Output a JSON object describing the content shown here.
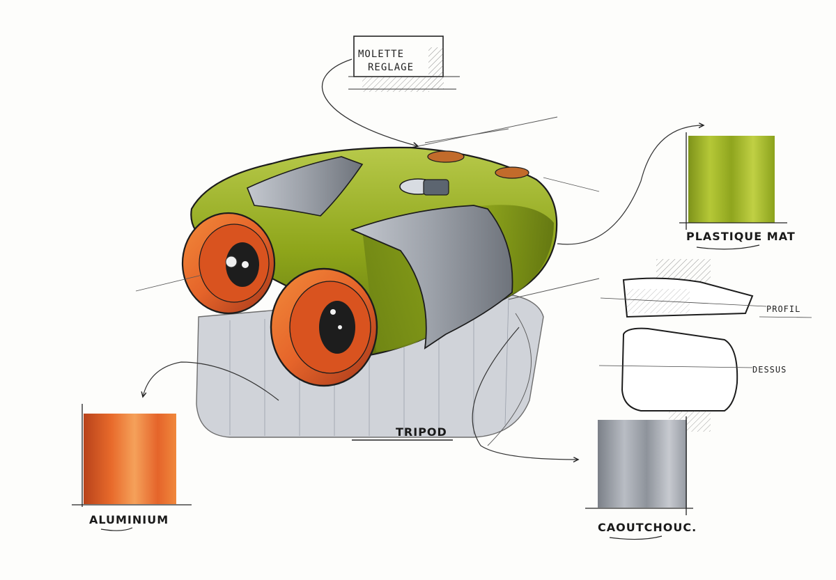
{
  "callout": {
    "line1": "MOLETTE",
    "line2": "REGLAGE"
  },
  "view_labels": {
    "side": "PROFIL",
    "bottom": "DESSUS"
  },
  "tripod_label": "TRIPOD",
  "swatches": {
    "plastic": {
      "label": "PLASTIQUE MAT",
      "color": "#9aae1e"
    },
    "aluminium": {
      "label": "ALUMINIUM",
      "color": "#e8632a"
    },
    "rubber": {
      "label": "CAOUTCHOUC.",
      "color": "#8f949c"
    }
  },
  "colors": {
    "body_green": "#8ea51a",
    "lens_orange": "#e5642a",
    "strap_grey": "#9aa0a8",
    "base_grey": "#c9ccd4",
    "ink": "#1c1c1c"
  }
}
